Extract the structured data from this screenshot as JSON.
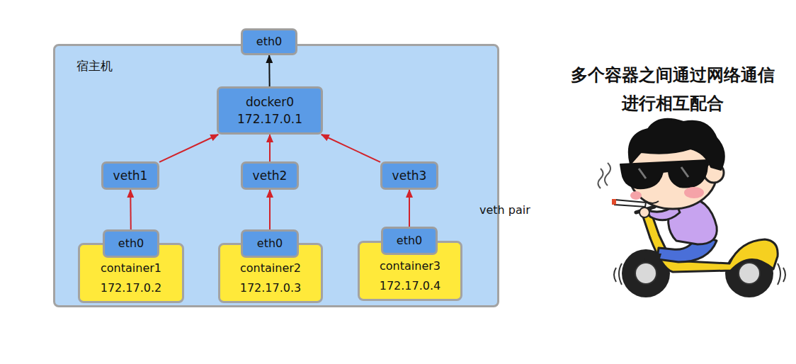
{
  "diagram": {
    "title": "多个容器之间通过网络通信 进行相互配合",
    "nodes": [
      {
        "text": [
          "eth0"
        ]
      },
      {
        "text": [
          "宿主机"
        ]
      },
      {
        "text": [
          "docker0",
          "172.17.0.1"
        ],
        "in": 1
      },
      {
        "text": [
          "veth1"
        ],
        "in": 1
      },
      {
        "text": [
          "veth2"
        ],
        "in": 1
      },
      {
        "text": [
          "veth3"
        ],
        "in": 1
      },
      {
        "text": [
          "container1",
          "172.17.0.2"
        ],
        "in": 1
      },
      {
        "text": [
          "eth0"
        ],
        "in": 6
      },
      {
        "text": [
          "container2",
          "172.17.0.3"
        ],
        "in": 1
      },
      {
        "text": [
          "eth0"
        ],
        "in": 8
      },
      {
        "text": [
          "container3",
          "172.17.0.4"
        ],
        "in": 1
      },
      {
        "text": [
          "eth0"
        ],
        "in": 10
      }
    ],
    "edges": [
      {
        "from": 2,
        "to": 0,
        "arrow": "to"
      },
      {
        "from": 3,
        "to": 2,
        "arrow": "to"
      },
      {
        "from": 4,
        "to": 2,
        "arrow": "to"
      },
      {
        "from": 5,
        "to": 2,
        "arrow": "to"
      },
      {
        "from": 7,
        "to": 3,
        "arrow": "to"
      },
      {
        "from": 9,
        "to": 4,
        "arrow": "to"
      },
      {
        "from": 11,
        "to": 5,
        "arrow": "to"
      }
    ],
    "labels": [
      "veth pair"
    ]
  }
}
